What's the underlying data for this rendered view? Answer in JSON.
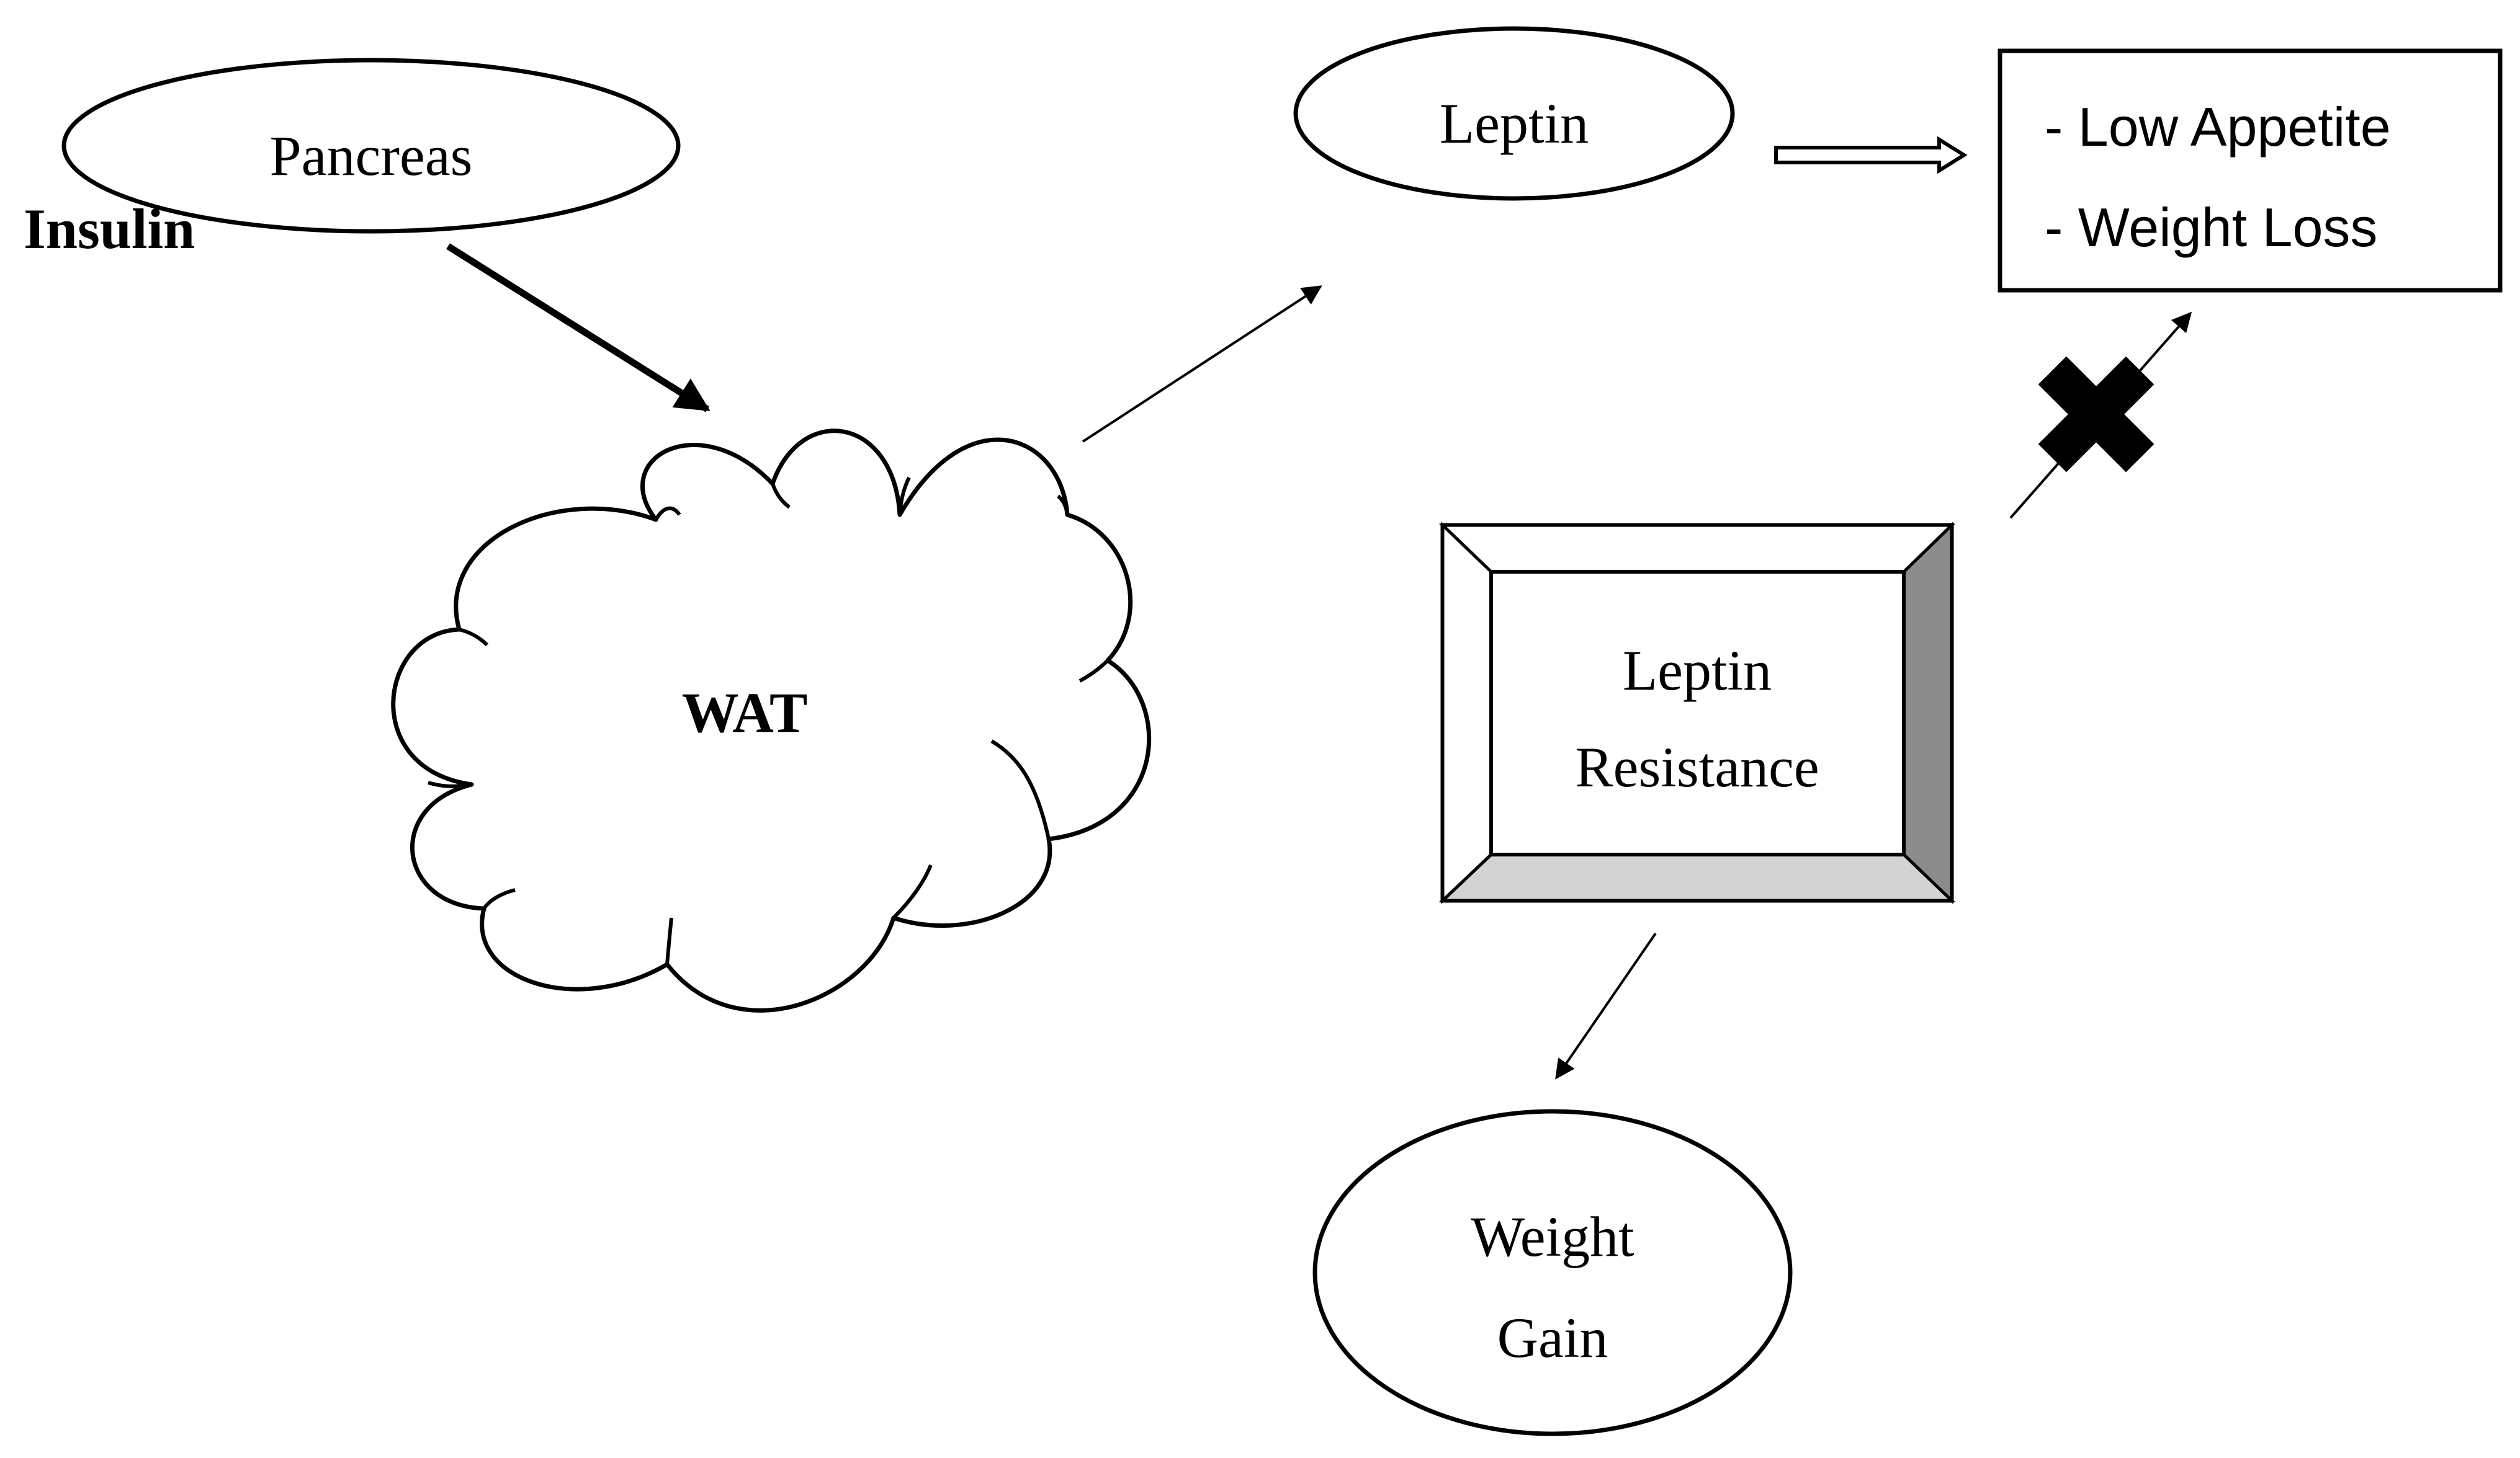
{
  "diagram": {
    "nodes": {
      "pancreas": {
        "label": "Pancreas"
      },
      "insulin": {
        "label": "Insulin"
      },
      "wat": {
        "label": "WAT"
      },
      "leptin": {
        "label": "Leptin"
      },
      "outcome_box": {
        "line1": "- Low Appetite",
        "line2": "- Weight Loss"
      },
      "leptin_resistance": {
        "line1": "Leptin",
        "line2": "Resistance"
      },
      "weight_gain": {
        "line1": "Weight",
        "line2": "Gain"
      }
    },
    "colors": {
      "stroke": "#000000",
      "background": "#ffffff",
      "bevel_dark": "#8c8c8c",
      "bevel_light": "#d3d3d3"
    }
  }
}
